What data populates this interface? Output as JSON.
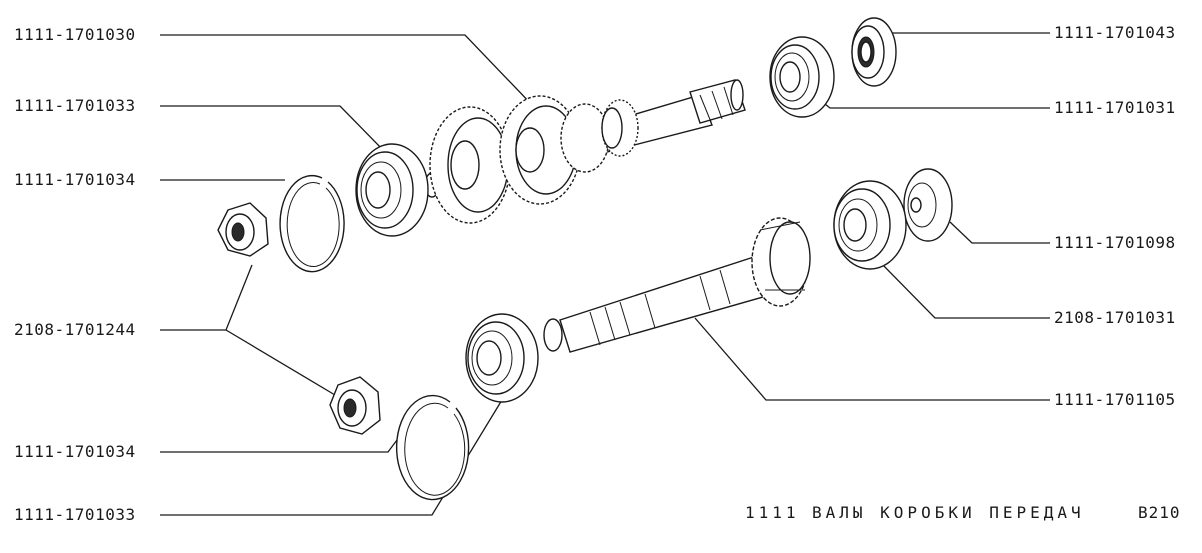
{
  "labels": {
    "main_shaft_gear_block": "1111-1701030",
    "bearing_top_left": "1111-1701033",
    "snap_ring_top": "1111-1701034",
    "nut_pair": "2108-1701244",
    "snap_ring_bottom": "1111-1701034",
    "bearing_bottom_left": "1111-1701033",
    "seal_top_right": "1111-1701043",
    "bearing_top_right": "1111-1701031",
    "cap_right": "1111-1701098",
    "bearing_mid_right": "2108-1701031",
    "secondary_shaft": "1111-1701105"
  },
  "footer": {
    "model": "1111",
    "title": "ВАЛЫ КОРОБКИ ПЕРЕДАЧ",
    "sheet": "B210"
  }
}
